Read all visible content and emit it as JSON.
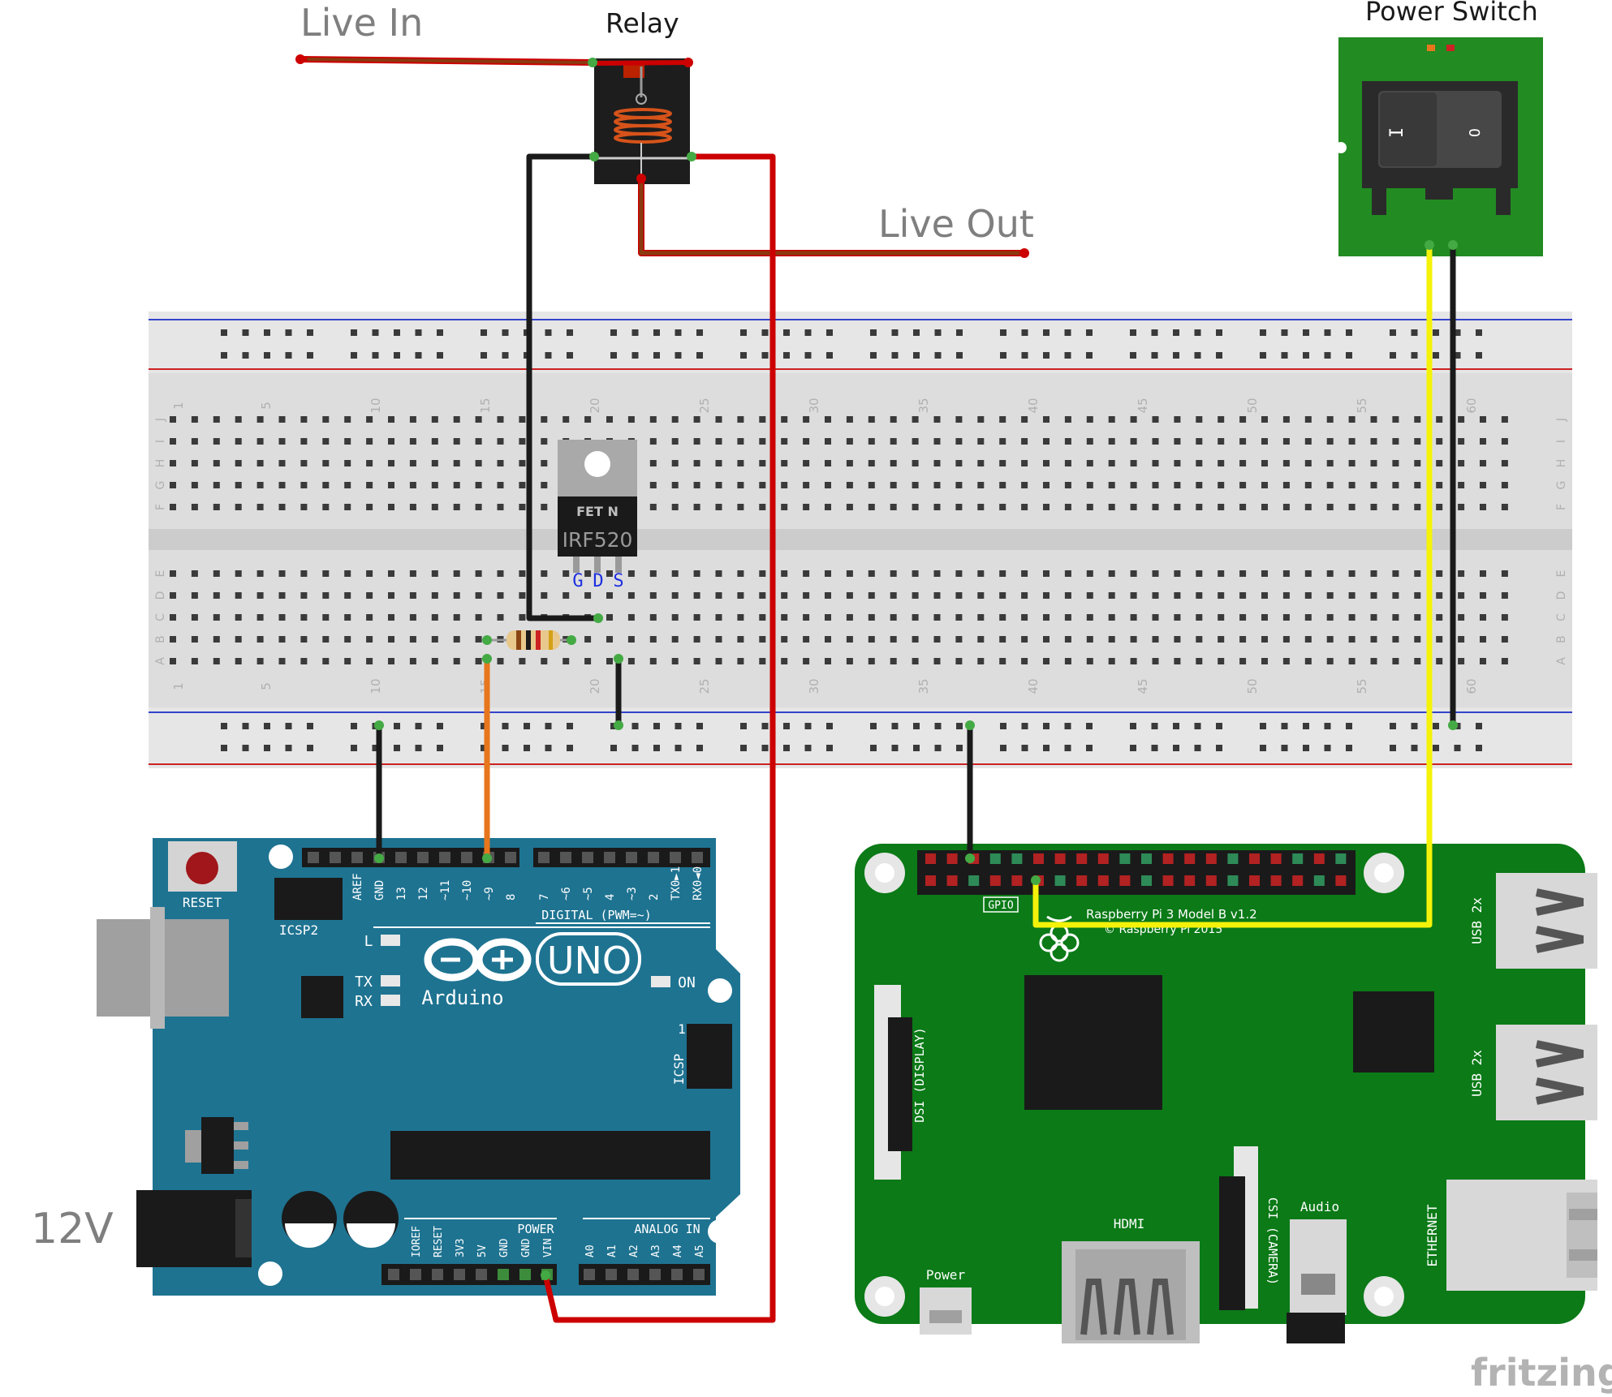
{
  "labels": {
    "live_in": "Live In",
    "relay": "Relay",
    "live_out": "Live Out",
    "power_switch": "Power Switch",
    "voltage": "12V",
    "fritzing": "fritzing"
  },
  "switch": {
    "on_mark": "I",
    "off_mark": "O"
  },
  "breadboard": {
    "column_numbers": [
      "1",
      "5",
      "10",
      "15",
      "20",
      "25",
      "30",
      "35",
      "40",
      "45",
      "50",
      "55",
      "60"
    ],
    "rows_top": [
      "J",
      "I",
      "H",
      "G",
      "F"
    ],
    "rows_bottom": [
      "E",
      "D",
      "C",
      "B",
      "A"
    ]
  },
  "mosfet": {
    "brand": "FET N",
    "part": "IRF520",
    "pins": [
      "G",
      "D",
      "S"
    ]
  },
  "arduino": {
    "reset": "RESET",
    "icsp2": "ICSP2",
    "icsp": "ICSP",
    "icsp_pin1": "1",
    "brand": "Arduino",
    "model": "UNO",
    "digital_header": "DIGITAL (PWM=~)",
    "digital_pins": [
      "AREF",
      "GND",
      "13",
      "12",
      "~11",
      "~10",
      "~9",
      "8",
      "7",
      "~6",
      "~5",
      "4",
      "~3",
      "2",
      "TX0►1",
      "RX0◄0"
    ],
    "led_l": "L",
    "led_tx": "TX",
    "led_rx": "RX",
    "led_on": "ON",
    "power_header": "POWER",
    "power_pins": [
      "IOREF",
      "RESET",
      "3V3",
      "5V",
      "GND",
      "GND",
      "VIN"
    ],
    "analog_header": "ANALOG IN",
    "analog_pins": [
      "A0",
      "A1",
      "A2",
      "A3",
      "A4",
      "A5"
    ]
  },
  "raspberry_pi": {
    "model": "Raspberry Pi 3 Model B v1.2",
    "copyright": "© Raspberry Pi 2015",
    "gpio": "GPIO",
    "usb1": "USB 2x",
    "usb2": "USB 2x",
    "ethernet": "ETHERNET",
    "dsi": "DSI (DISPLAY)",
    "csi": "CSI (CAMERA)",
    "audio": "Audio",
    "hdmi": "HDMI",
    "power": "Power"
  },
  "colors": {
    "wire_red": "#cc0000",
    "wire_black": "#1a1a1a",
    "wire_brown": "#8b3a0f",
    "wire_orange": "#e8761c",
    "wire_yellow": "#f5f20a",
    "arduino_blue": "#1e7391",
    "rpi_green": "#0b7a17",
    "switch_green": "#228b22",
    "breadboard": "#dcdcdc"
  }
}
